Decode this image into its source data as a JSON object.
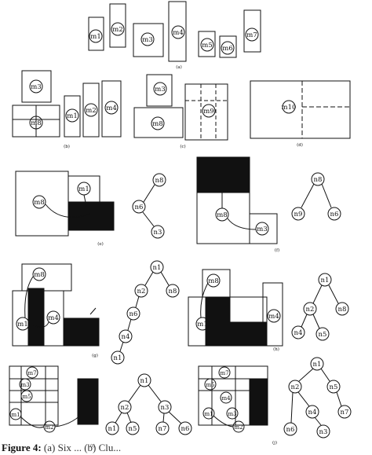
{
  "caption": {
    "label": "Figure 4:",
    "text": "(a) Six ... (b) Clu..."
  },
  "sublabels": [
    "(a)",
    "(b)",
    "(c)",
    "(d)",
    "(e)",
    "(f)",
    "(g)",
    "(h)",
    "(i)",
    "(j)"
  ],
  "modules": {
    "a": [
      "m1",
      "m2",
      "m3",
      "m4",
      "m5",
      "m6",
      "m7"
    ],
    "b": [
      "m3",
      "m8",
      "m1",
      "m2",
      "m4"
    ],
    "c": [
      "m3",
      "m8",
      "m9"
    ],
    "d": [
      "m10"
    ],
    "e": [
      "m8",
      "m1"
    ],
    "f": [
      "m8",
      "m3"
    ],
    "g": [
      "m8",
      "m1",
      "m4"
    ],
    "h": [
      "m8",
      "m1",
      "m4"
    ],
    "i": [
      "m7",
      "m3",
      "m5",
      "m1",
      "m2"
    ],
    "j": [
      "m7",
      "m5",
      "m4",
      "m1",
      "m3",
      "m2"
    ]
  },
  "trees": {
    "e": [
      "n8",
      "n6",
      "n3"
    ],
    "f": [
      "n8",
      "n9",
      "n6"
    ],
    "g": [
      "n1",
      "n2",
      "n8",
      "n6",
      "n4",
      "n1"
    ],
    "h": [
      "n1",
      "n2",
      "n8",
      "n4",
      "n5"
    ],
    "i": [
      "n1",
      "n2",
      "n3",
      "n1",
      "n5",
      "n7",
      "n6"
    ],
    "j": [
      "n1",
      "n2",
      "n5",
      "n4",
      "n7",
      "n6",
      "n3"
    ]
  },
  "colors": {
    "ink": "#111111",
    "fill": "#111111",
    "paper": "#ffffff"
  }
}
